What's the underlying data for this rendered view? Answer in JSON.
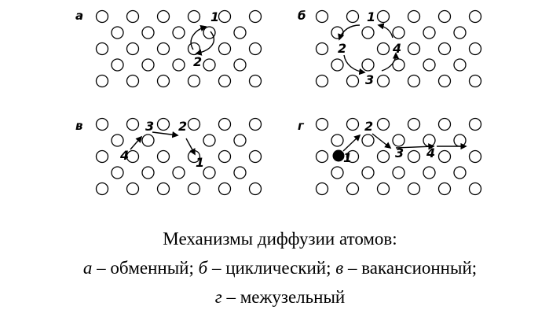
{
  "panels": [
    {
      "id": "a",
      "letter": "а",
      "numbers": [
        "1",
        "2"
      ]
    },
    {
      "id": "b",
      "letter": "б",
      "numbers": [
        "1",
        "2",
        "3",
        "4"
      ]
    },
    {
      "id": "v",
      "letter": "в",
      "numbers": [
        "1",
        "2",
        "3",
        "4"
      ]
    },
    {
      "id": "g",
      "letter": "г",
      "numbers": [
        "1",
        "2",
        "3",
        "4"
      ]
    }
  ],
  "caption": {
    "title": "Механизмы диффузии атомов:",
    "a_letter": "а",
    "a_text": "обменный;",
    "b_letter": "б",
    "b_text": "циклический;",
    "v_letter": "в",
    "v_text": "вакансионный;",
    "g_letter": "г",
    "g_text": "межузельный",
    "dash": "–"
  }
}
